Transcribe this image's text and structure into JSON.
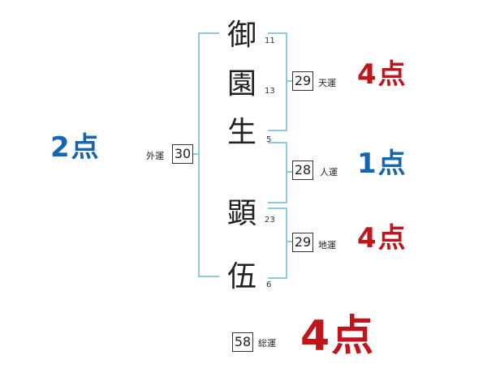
{
  "name_chars": [
    {
      "char": "御",
      "strokes": "11"
    },
    {
      "char": "園",
      "strokes": "13"
    },
    {
      "char": "生",
      "strokes": "5"
    },
    {
      "char": "顕",
      "strokes": "23"
    },
    {
      "char": "伍",
      "strokes": "6"
    }
  ],
  "gaiun": {
    "value": "30",
    "label": "外運",
    "score": "2点"
  },
  "tenun": {
    "value": "29",
    "label": "天運",
    "score": "4点"
  },
  "jinun": {
    "value": "28",
    "label": "人運",
    "score": "1点"
  },
  "chiun": {
    "value": "29",
    "label": "地運",
    "score": "4点"
  },
  "souun": {
    "value": "58",
    "label": "総運",
    "score": "4点"
  },
  "colors": {
    "bracket": "#8fc8e3",
    "score_red": "#c0151d",
    "score_blue": "#1565b0"
  }
}
